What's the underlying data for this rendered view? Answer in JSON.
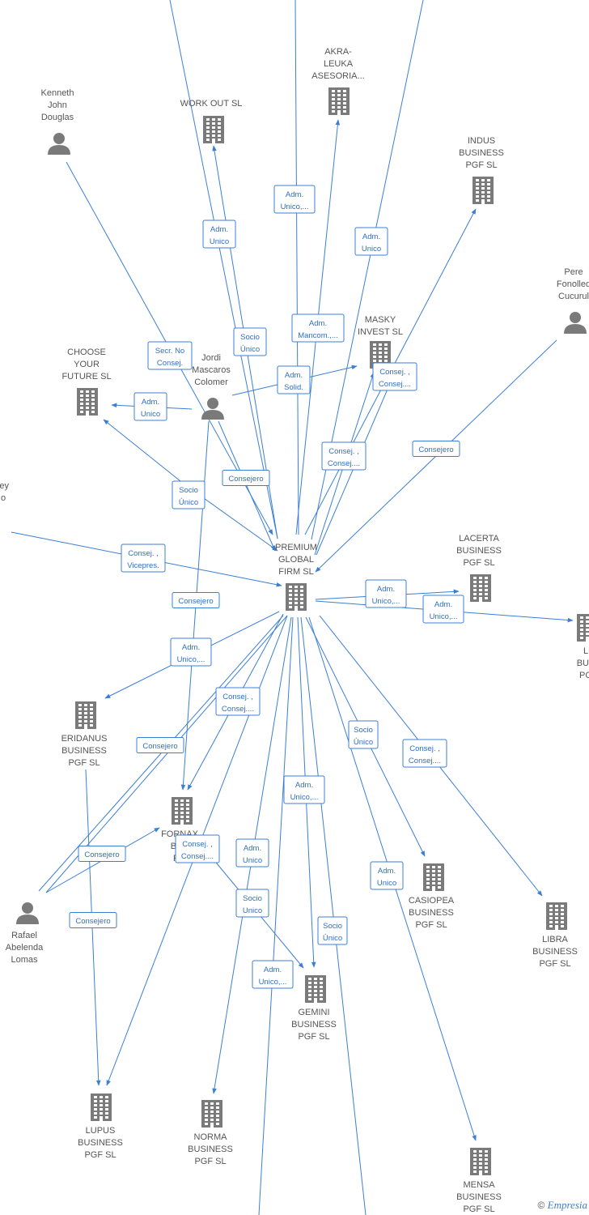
{
  "colors": {
    "edge": "#3b7fd4",
    "edge_text": "#2f6fc2",
    "node": "#7a7a7a",
    "label": "#555555"
  },
  "nodes": [
    {
      "id": "premium",
      "type": "company",
      "label": [
        "PREMIUM",
        "GLOBAL",
        "FIRM  SL"
      ]
    },
    {
      "id": "workout",
      "type": "company",
      "label": [
        "WORK OUT  SL"
      ]
    },
    {
      "id": "akra",
      "type": "company",
      "label": [
        "AKRA-",
        "LEUKA",
        "ASESORIA..."
      ]
    },
    {
      "id": "indus",
      "type": "company",
      "label": [
        "INDUS",
        "BUSINESS",
        "PGF  SL"
      ]
    },
    {
      "id": "masky",
      "type": "company",
      "label": [
        "MASKY",
        "INVEST  SL"
      ]
    },
    {
      "id": "choose",
      "type": "company",
      "label": [
        "CHOOSE",
        "YOUR",
        "FUTURE  SL"
      ]
    },
    {
      "id": "lacerta",
      "type": "company",
      "label": [
        "LACERTA",
        "BUSINESS",
        "PGF  SL"
      ]
    },
    {
      "id": "l_partial",
      "type": "company",
      "label": [
        "L",
        "BUS",
        "PG"
      ]
    },
    {
      "id": "eridanus",
      "type": "company",
      "label": [
        "ERIDANUS",
        "BUSINESS",
        "PGF  SL"
      ]
    },
    {
      "id": "fornax",
      "type": "company",
      "label": [
        "FORNAX",
        "BUS",
        "PG"
      ]
    },
    {
      "id": "casiopea",
      "type": "company",
      "label": [
        "CASIOPEA",
        "BUSINESS",
        "PGF  SL"
      ]
    },
    {
      "id": "libra",
      "type": "company",
      "label": [
        "LIBRA",
        "BUSINESS",
        "PGF  SL"
      ]
    },
    {
      "id": "gemini",
      "type": "company",
      "label": [
        "GEMINI",
        "BUSINESS",
        "PGF  SL"
      ]
    },
    {
      "id": "lupus",
      "type": "company",
      "label": [
        "LUPUS",
        "BUSINESS",
        "PGF  SL"
      ]
    },
    {
      "id": "norma",
      "type": "company",
      "label": [
        "NORMA",
        "BUSINESS",
        "PGF  SL"
      ]
    },
    {
      "id": "mensa",
      "type": "company",
      "label": [
        "MENSA",
        "BUSINESS",
        "PGF  SL"
      ]
    },
    {
      "id": "kenneth",
      "type": "person",
      "label": [
        "Kenneth",
        "John",
        "Douglas"
      ]
    },
    {
      "id": "jordi",
      "type": "person",
      "label": [
        "Jordi",
        "Mascaros",
        "Colomer"
      ]
    },
    {
      "id": "pere",
      "type": "person",
      "label": [
        "Pere",
        "Fonolled",
        "Cucurul"
      ]
    },
    {
      "id": "rafael",
      "type": "person",
      "label": [
        "Rafael",
        "Abelenda",
        "Lomas"
      ]
    },
    {
      "id": "ley",
      "type": "person",
      "label": [
        "ley",
        "o"
      ]
    }
  ],
  "edge_labels": [
    [
      "Adm.",
      "Unico"
    ],
    [
      "Adm.",
      "Unico,..."
    ],
    [
      "Adm.",
      "Unico"
    ],
    [
      "Secr.  No",
      "Consej."
    ],
    [
      "Socio",
      "Único"
    ],
    [
      "Adm.",
      "Mancom.,..."
    ],
    [
      "Adm.",
      "Solid."
    ],
    [
      "Consej. ,",
      "Consej...."
    ],
    [
      "Adm.",
      "Unico"
    ],
    [
      "Consej. ,",
      "Consej...."
    ],
    [
      "Consejero"
    ],
    [
      "Consejero"
    ],
    [
      "Socio",
      "Único"
    ],
    [
      "Consej. ,",
      "Vicepres."
    ],
    [
      "Consejero"
    ],
    [
      "Adm.",
      "Unico,..."
    ],
    [
      "Adm.",
      "Unico,..."
    ],
    [
      "Adm.",
      "Unico,..."
    ],
    [
      "Consej. ,",
      "Consej...."
    ],
    [
      "Consejero"
    ],
    [
      "Socio",
      "Único"
    ],
    [
      "Consej. ,",
      "Consej...."
    ],
    [
      "Adm.",
      "Unico,..."
    ],
    [
      "Consejero"
    ],
    [
      "Consej. ,",
      "Consej...."
    ],
    [
      "Adm.",
      "Unico"
    ],
    [
      "Adm.",
      "Unico"
    ],
    [
      "Consejero"
    ],
    [
      "Socio",
      "Unico"
    ],
    [
      "Socio",
      "Único"
    ],
    [
      "Adm.",
      "Unico,..."
    ]
  ],
  "footer": {
    "copyright": "©",
    "brand": "Empresia"
  }
}
